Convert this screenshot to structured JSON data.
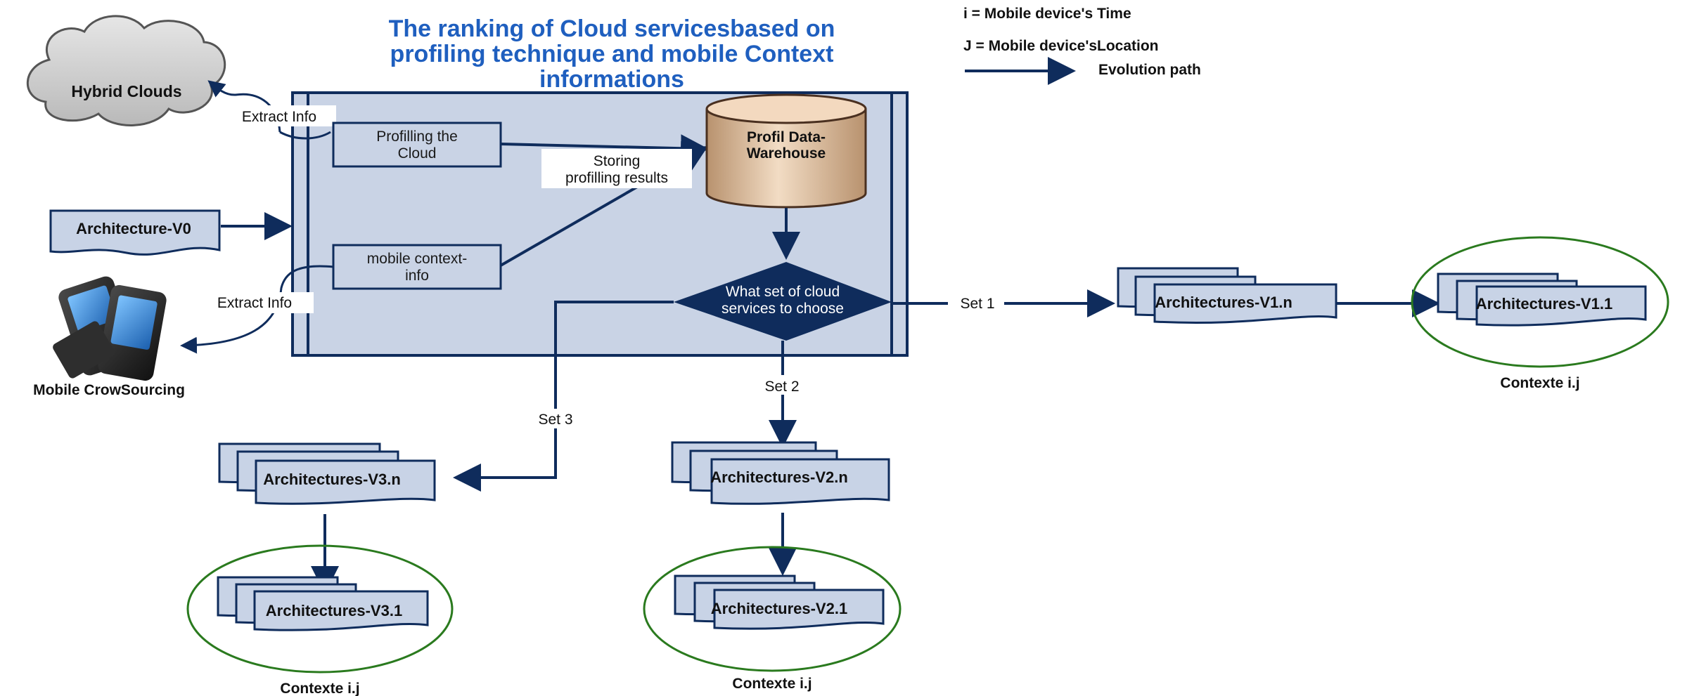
{
  "title": {
    "line1": "The ranking of Cloud servicesbased on",
    "line2": "profiling technique and mobile Context",
    "line3": "informations"
  },
  "legend": {
    "i_def": "i = Mobile device's Time",
    "j_def": "J = Mobile device'sLocation",
    "evolution": "Evolution path"
  },
  "hybrid_clouds": "Hybrid Clouds",
  "extract_info_top": "Extract Info",
  "extract_info_bottom": "Extract Info",
  "architecture_v0": "Architecture-V0",
  "mobile_crowdsourcing": "Mobile CrowSourcing",
  "profiling_box": {
    "line1": "Profilling the",
    "line2": "Cloud"
  },
  "mobile_context_box": {
    "line1": "mobile context-",
    "line2": "info"
  },
  "storing_label": {
    "line1": "Storing",
    "line2": "profilling results"
  },
  "warehouse": {
    "line1": "Profil Data-",
    "line2": "Warehouse"
  },
  "decision": {
    "line1": "What set of cloud",
    "line2": "services to choose"
  },
  "set1": "Set 1",
  "set2": "Set 2",
  "set3": "Set 3",
  "arch_v1n": "Architectures-V1.n",
  "arch_v11": "Architectures-V1.1",
  "arch_v2n": "Architectures-V2.n",
  "arch_v21": "Architectures-V2.1",
  "arch_v3n": "Architectures-V3.n",
  "arch_v31": "Architectures-V3.1",
  "contexte_v1": "Contexte i.j",
  "contexte_v2": "Contexte i.j",
  "contexte_v3": "Contexte i.j"
}
